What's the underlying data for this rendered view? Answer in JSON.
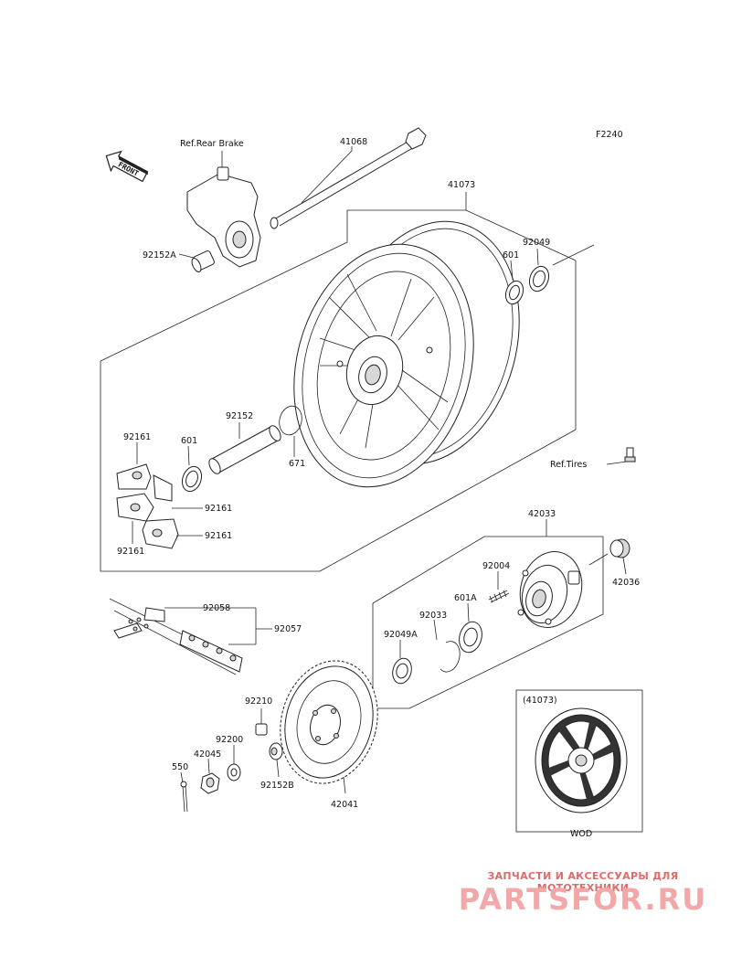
{
  "diagram": {
    "code": "F2240",
    "front_label": "FRONT",
    "labels": {
      "l41068": "41068",
      "l41073": "41073",
      "l_rear_brake": "Ref.Rear Brake",
      "l92152A": "92152A",
      "l92049_top": "92049",
      "l601_top": "601",
      "l92152": "92152",
      "l671": "671",
      "l601_mid": "601",
      "l92161_a": "92161",
      "l92161_b": "92161",
      "l92161_c": "92161",
      "l92161_d": "92161",
      "l_ref_tires": "Ref.Tires",
      "l42033": "42033",
      "l92004": "92004",
      "l42036": "42036",
      "l601A": "601A",
      "l92033": "92033",
      "l92049A": "92049A",
      "l92058": "92058",
      "l92057": "92057",
      "l92210": "92210",
      "l92200": "92200",
      "l42045": "42045",
      "l550": "550",
      "l92152B": "92152B",
      "l42041": "42041",
      "l41073_box": "(41073)",
      "l_wod": "WOD"
    }
  },
  "watermark": {
    "caption": "ЗАПЧАСТИ И АКСЕССУАРЫ ДЛЯ МОТОТЕХНИКИ",
    "brand": "PARTSFOR.RU"
  }
}
